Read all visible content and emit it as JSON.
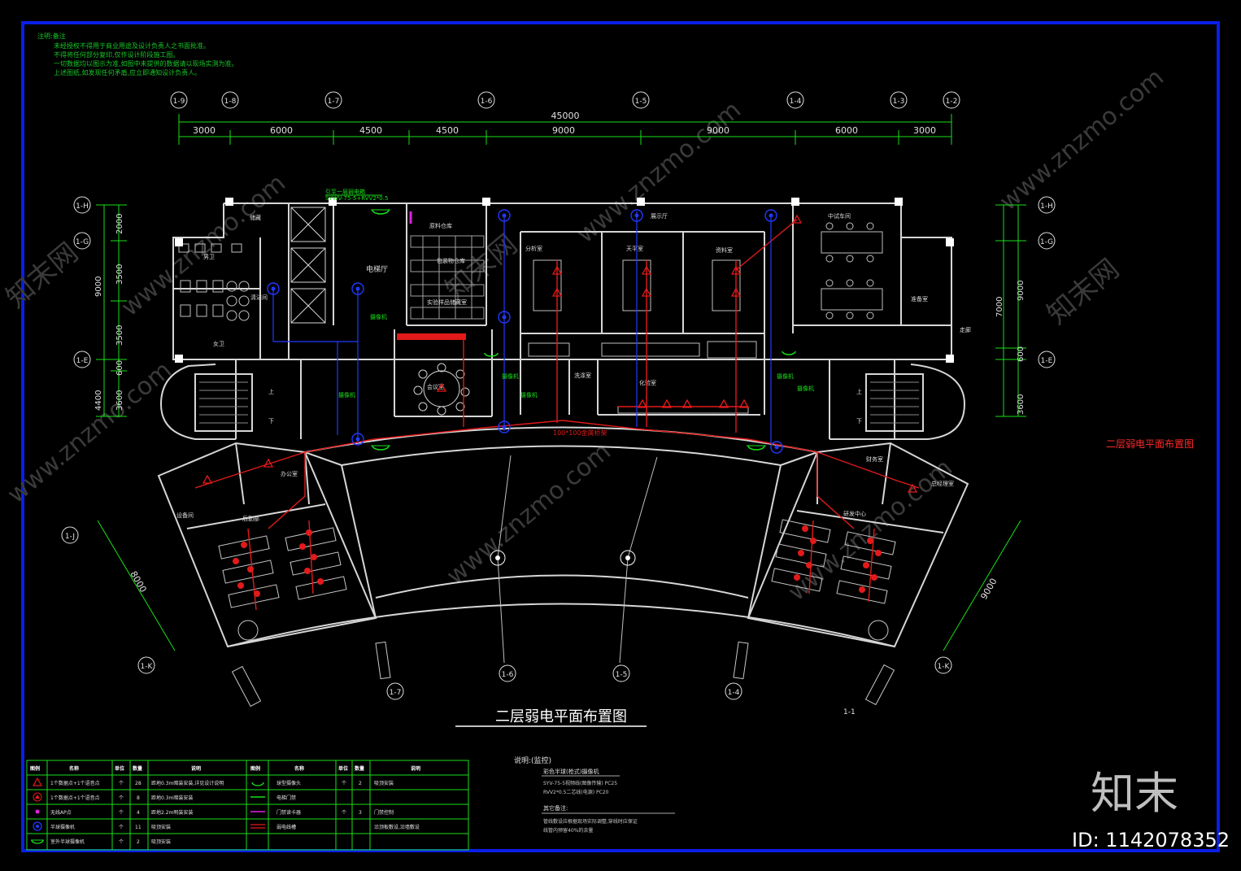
{
  "notes": {
    "title": "注明:备注",
    "lines": [
      "未经授权不得用于商业用途及设计负责人之书面批准。",
      "不得将任何部分复印,仅作设计阶段施工图。",
      "一切数据均以图示为准,如图中未提供的数据请以现场实测为准。",
      "上述图纸,如发现任何矛盾,应立即通知设计负责人。"
    ]
  },
  "axes": {
    "top": [
      "1-9",
      "1-8",
      "1-7",
      "1-6",
      "1-5",
      "1-4",
      "1-3",
      "1-2"
    ],
    "left": [
      "1-H",
      "1-G",
      "1-E"
    ],
    "right": [
      "1-H",
      "1-G",
      "1-E"
    ],
    "bottom": [
      "1-7",
      "1-6",
      "1-5",
      "1-4",
      "1-1"
    ],
    "diag_left": [
      "1-J",
      "1-K"
    ],
    "diag_right": [
      "1-K"
    ]
  },
  "dimensions": {
    "total": "45000",
    "segments": [
      "3000",
      "6000",
      "4500",
      "4500",
      "9000",
      "9000",
      "6000",
      "3000"
    ],
    "left": [
      "2000",
      "3500",
      "9000",
      "3500",
      "600",
      "4400",
      "3600"
    ],
    "right": [
      "7000",
      "9000",
      "600",
      "3600"
    ],
    "diag_left": "8000",
    "diag_right": "9000"
  },
  "rooms": [
    "储藏",
    "男卫",
    "女卫",
    "清洁间",
    "电梯厅",
    "原料仓库",
    "包装物仓库",
    "实验样品储藏室",
    "分析室",
    "天平室",
    "中试车间",
    "准备室",
    "洗涤室",
    "化验室",
    "办公室",
    "展示厅",
    "后勤部",
    "总经理室",
    "财务室",
    "研发中心",
    "设备间",
    "资料室",
    "会议室"
  ],
  "labels": {
    "riser": "引至一层弱电箱",
    "riser_cable": "SYWV-75-5+RVV2*0.5",
    "tray": "100*100金属桥架",
    "camera_tags": [
      "摄像机",
      "摄像机",
      "摄像机",
      "摄像机",
      "摄像机",
      "摄像机"
    ],
    "corridor": "走廊",
    "up": "上",
    "down": "下"
  },
  "drawing_title": "二层弱电平面布置图",
  "side_title": "二层弱电平面布置图",
  "legend": {
    "headers": [
      "图例",
      "名称",
      "单位",
      "数量",
      "说明",
      "图例",
      "名称",
      "单位",
      "数量",
      "说明"
    ],
    "rows": [
      [
        "1个数据点+1个语音点",
        "个",
        "28",
        "距地0.3m暗装安装,详见设计说明",
        "球型摄像头",
        "个",
        "2",
        "吸顶安装"
      ],
      [
        "1个数据点+1个语音点",
        "个",
        "8",
        "距地0.3m暗装安装",
        "电梯门禁",
        "",
        "",
        ""
      ],
      [
        "无线AP点",
        "个",
        "4",
        "距地2.2m明装安装",
        "门禁读卡器",
        "个",
        "3",
        "门禁控制"
      ],
      [
        "半球摄像机",
        "个",
        "11",
        "吸顶安装",
        "弱电线槽",
        "",
        "",
        "沿顶板敷设,沿墙敷设"
      ],
      [
        "室外半球摄像机",
        "个",
        "2",
        "吸顶安装",
        "",
        "",
        "",
        ""
      ]
    ]
  },
  "monitor_notes": {
    "title": "说明:(监控)",
    "heading": "彩色半球(枪式)摄像机",
    "line1": "SYV-75-5视频线(图像传输) PC25",
    "line2": "RVV2*0.5二芯线(电源) PC20",
    "sub_title": "其它备注:",
    "line3": "管线敷设应根据现场实际调整,穿线时应保证",
    "line4": "线管内预留40%的余量"
  },
  "watermark": {
    "site": "www.znzmo.com",
    "brand": "知末网",
    "logo": "知末",
    "id": "ID: 1142078352"
  },
  "colors": {
    "frame": "#0a1ee6",
    "wall": "#d6d6d6",
    "dim": "#18e018",
    "cable": "#e21a1a",
    "ap": "#2238ff",
    "note": "#18c828",
    "title": "#ffffff",
    "side_title": "#ff2a2a",
    "magenta": "#e020e0"
  }
}
